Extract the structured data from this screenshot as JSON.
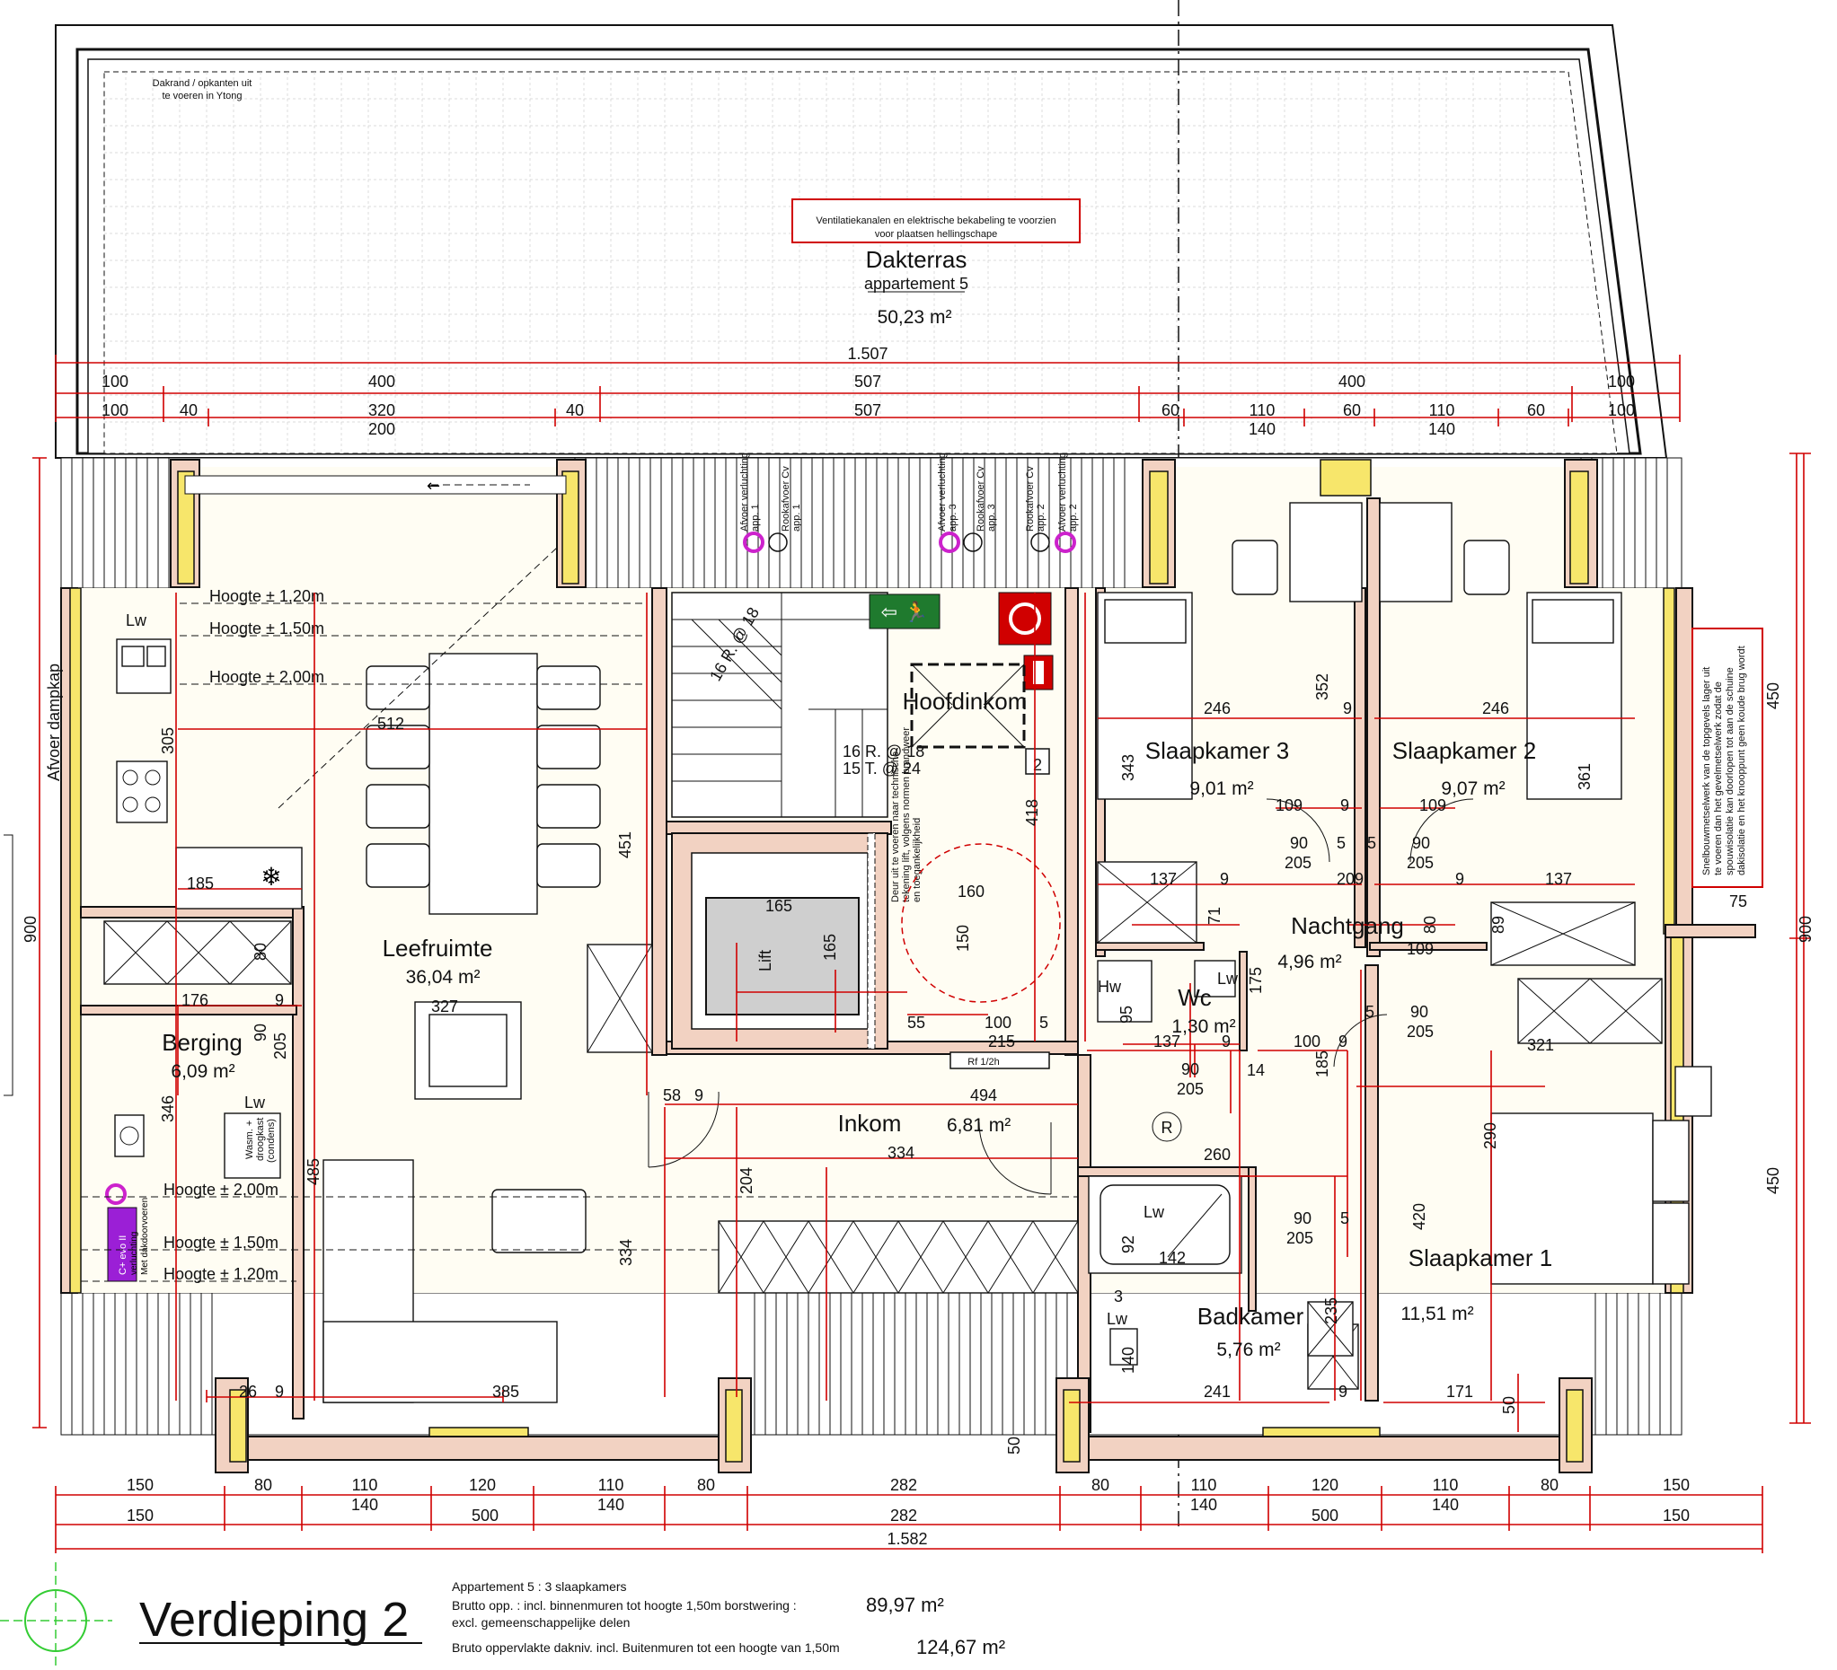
{
  "dakterras": {
    "title": "Dakterras",
    "subtitle": "appartement 5",
    "area": "50,23 m²",
    "note_left_1": "Dakrand / opkanten uit",
    "note_left_2": "te voeren in Ytong",
    "note_red_1": "Ventilatiekanalen en elektrische bekabeling te voorzien",
    "note_red_2": "voor plaatsen hellingschape"
  },
  "rooms": {
    "leefruimte": {
      "name": "Leefruimte",
      "area": "36,04 m²"
    },
    "berging": {
      "name": "Berging",
      "area": "6,09 m²"
    },
    "hoofdinkom": {
      "name": "Hoofdinkom"
    },
    "inkom": {
      "name": "Inkom",
      "area": "6,81 m²"
    },
    "slaapkamer3": {
      "name": "Slaapkamer 3",
      "area": "9,01 m²"
    },
    "slaapkamer2": {
      "name": "Slaapkamer 2",
      "area": "9,07 m²"
    },
    "slaapkamer1": {
      "name": "Slaapkamer 1",
      "area": "11,51 m²"
    },
    "nachtgang": {
      "name": "Nachtgang",
      "area": "4,96 m²"
    },
    "wc": {
      "name": "Wc",
      "area": "1,30 m²"
    },
    "badkamer": {
      "name": "Badkamer",
      "area": "5,76 m²"
    },
    "lift": {
      "name": "Lift"
    }
  },
  "labels": {
    "lw": "Lw",
    "hw": "Hw",
    "hoogte_120": "Hoogte ± 1,20m",
    "hoogte_150": "Hoogte ± 1,50m",
    "hoogte_200": "Hoogte ± 2,00m",
    "afvoer_dampkap": "Afvoer dampkap",
    "afvoer_verluchting_1": "Afvoer verluchting",
    "app1": "app. 1",
    "rookafvoer_cv": "Rookafvoer Cv",
    "app2": "app. 2",
    "app3": "app. 3",
    "trap_1a": "16 R. @ 18",
    "trap_1b": "15 T. @ 24",
    "level_badge": "2",
    "rf": "Rf 1/2h",
    "lift_note_1": "Deur uit te voeren naar technische",
    "lift_note_2": "tekening lift, volgens normen brandweer",
    "lift_note_3": "en toegankelijkheid",
    "wasm": "Wasm. +",
    "droogkast": "droogkast",
    "condens": "(condens)",
    "cv_label_1": "C+ evo II",
    "cv_label_2": "verluchting",
    "cv_label_3": "Met dakdoorvoeren",
    "r_symbol": "R",
    "side_note_1": "Snelbouwmetselwerk van de topgevels lager uit",
    "side_note_2": "te voeren dan het gevelmetselwerk zodat de",
    "side_note_3": "spouwisolatie kan doorlopen tot aan de schuine",
    "side_note_4": "dakisolatie en het knooppunt geen koude brug wordt"
  },
  "dims": {
    "total_top": "1.507",
    "total_bottom": "1.582",
    "d100": "100",
    "d400": "400",
    "d507": "507",
    "d40": "40",
    "d320": "320",
    "d200": "200",
    "d60": "60",
    "d110": "110",
    "d140": "140",
    "d150": "150",
    "d80": "80",
    "d120": "120",
    "d282": "282",
    "d500": "500",
    "d450": "450",
    "d900": "900",
    "d75": "75",
    "d512": "512",
    "d305": "305",
    "d451": "451",
    "d185": "185",
    "d176": "176",
    "d9": "9",
    "d327": "327",
    "d346": "346",
    "d485": "485",
    "d205": "205",
    "d90": "90",
    "d334": "334",
    "d385": "385",
    "d26": "26",
    "d165": "165",
    "d160": "160",
    "d418": "418",
    "d55": "55",
    "d215": "215",
    "d5": "5",
    "d58": "58",
    "d494": "494",
    "d204": "204",
    "d50": "50",
    "d246": "246",
    "d352": "352",
    "d343": "343",
    "d361": "361",
    "d109": "109",
    "d209": "209",
    "d137": "137",
    "d71": "71",
    "d89": "89",
    "d175": "175",
    "d95": "95",
    "d14": "14",
    "d321": "321",
    "d260": "260",
    "d290": "290",
    "d420": "420",
    "d142": "142",
    "d92": "92",
    "d3": "3",
    "d235": "235",
    "d241": "241",
    "d171": "171"
  },
  "footer": {
    "title": "Verdieping 2",
    "line1": "Appartement 5 : 3 slaapkamers",
    "line2": "Brutto opp. : incl. binnenmuren tot hoogte 1,50m borstwering :",
    "line2_val": "89,97 m²",
    "line3": "excl. gemeenschappelijke delen",
    "line4": "Bruto oppervlakte dakniv. incl. Buitenmuren tot een hoogte van 1,50m",
    "line4_val": "124,67 m²"
  },
  "colors": {
    "dimension": "#d00000",
    "wall": "#f2d2c2",
    "insulation": "#f7e66b",
    "accent": "#cc22cc",
    "exit": "#1f7a2e",
    "fire": "#d00000"
  }
}
